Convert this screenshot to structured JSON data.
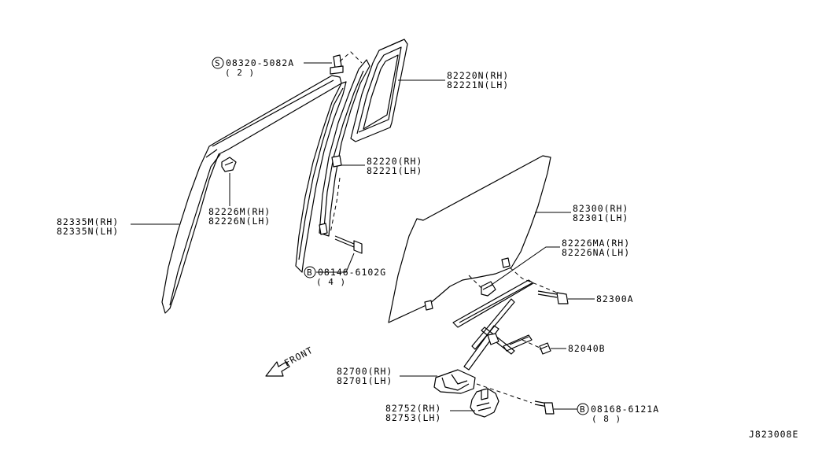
{
  "labels": {
    "screw_top": {
      "symbol": "S",
      "part": "08320-5082A",
      "qty": "( 2 )"
    },
    "sash_rear": {
      "rh": "82220N(RH)",
      "lh": "82221N(LH)"
    },
    "sash_front": {
      "rh": "82220(RH)",
      "lh": "82221(LH)"
    },
    "bracket": {
      "rh": "82226M(RH)",
      "lh": "82226N(LH)"
    },
    "weatherstrip": {
      "rh": "82335M(RH)",
      "lh": "82335N(LH)"
    },
    "bolt_mid": {
      "symbol": "B",
      "part": "08146-6102G",
      "qty": "( 4 )"
    },
    "glass": {
      "rh": "82300(RH)",
      "lh": "82301(LH)"
    },
    "glass_bracket": {
      "rh": "82226MA(RH)",
      "lh": "82226NA(LH)"
    },
    "bolt_glass": {
      "part": "82300A"
    },
    "nut": {
      "part": "82040B"
    },
    "regulator": {
      "rh": "82700(RH)",
      "lh": "82701(LH)"
    },
    "motor": {
      "rh": "82752(RH)",
      "lh": "82753(LH)"
    },
    "bolt_bottom": {
      "symbol": "B",
      "part": "08168-6121A",
      "qty": "( 8 )"
    },
    "front": "FRONT",
    "diagram_code": "J823008E"
  }
}
